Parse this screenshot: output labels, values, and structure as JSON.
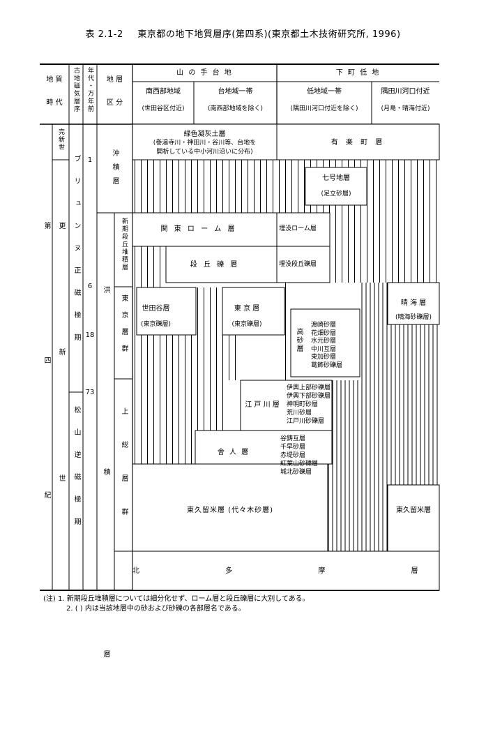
{
  "title": {
    "table_no": "表 2.1-2",
    "text": "東京都の地下地質層序(第四系)(東京都土木技術研究所, 1996)"
  },
  "header": {
    "geo_age": [
      "地 質",
      "時 代"
    ],
    "paleomag": "古地磁気層序",
    "age": "年代・万年前",
    "stratum": [
      "地 層",
      "区 分"
    ],
    "yamanote": "山 の 手 台 地",
    "shitamachi": "下 町 低 地",
    "areas": [
      {
        "name": "南西部地域",
        "sub": "(世田谷区付近)"
      },
      {
        "name": "台地域一帯",
        "sub": "(南西部地域を除く)"
      },
      {
        "name": "低地域一帯",
        "sub": "(隅田川河口付近を除く)"
      },
      {
        "name": "隅田川河口付近",
        "sub": "(月島・晴海付近)"
      }
    ]
  },
  "periods": {
    "daiyon": "第 四 紀",
    "kanshin": "完新世",
    "koshin": "更 新 世"
  },
  "paleomag": {
    "brunhes": "ブリュンヌ正磁極期",
    "matuyama": "松山逆磁極期"
  },
  "ages": [
    "1",
    "6",
    "18",
    "73"
  ],
  "stratum": {
    "chusekiso": "沖積層",
    "kouseki": "洪 積 層",
    "shinki_dankyu": "新期段丘堆積層",
    "tokyo_group": "東京層群",
    "kazusa_group": "上総層群"
  },
  "units": {
    "ryokushoku": [
      "緑色凝灰土層",
      "(巻湯寺川・神田川・谷川等、台地を",
      "開析している中小河川沿いに分布)"
    ],
    "yurakucho": "有 楽 町 層",
    "nanagochi": [
      "七号地層",
      "(足立砂層)"
    ],
    "kanto_loam": "関 東 ロ ー ム 層",
    "maibotsu_loam": "埋没ローム層",
    "dankyu": "段 丘 礫 層",
    "maibotsu_dankyu": "埋没段丘礫層",
    "setagaya": [
      "世田谷層",
      "(東京礫層)"
    ],
    "tokyo_so": [
      "東 京 層",
      "(東京礫層)"
    ],
    "takasago": "高砂層",
    "takasago_members": [
      "渡崎砂層",
      "花畑砂層",
      "水元砂層",
      "中川互層",
      "東加砂層",
      "葛飾砂礫層"
    ],
    "harumi": [
      "晴 海 層",
      "(晴海砂礫層)"
    ],
    "edogawa": "江 戸 川 層",
    "edogawa_members": [
      "伊興上部砂礫層",
      "伊興下部砂礫層",
      "神明町砂層",
      "荒川砂層",
      "江戸川砂礫層"
    ],
    "kazusa_shimo": "舎 人 層",
    "kazusa_members": [
      "谷鋳互層",
      "千早砂層",
      "赤堤砂層",
      "紅葉山砂礫層",
      "城北砂礫層"
    ],
    "higashikurume": "東久留米層 (代々木砂層)",
    "higashikurume_r": "東久留米層",
    "kitatama": "北 多 摩 層"
  },
  "notes": [
    "(注) 1. 新期段丘堆積層については細分化せず、ローム層と段丘礫層に大別してある。",
    "2. ( ) 内は当該地層中の砂および砂礫の各部層名である。"
  ]
}
